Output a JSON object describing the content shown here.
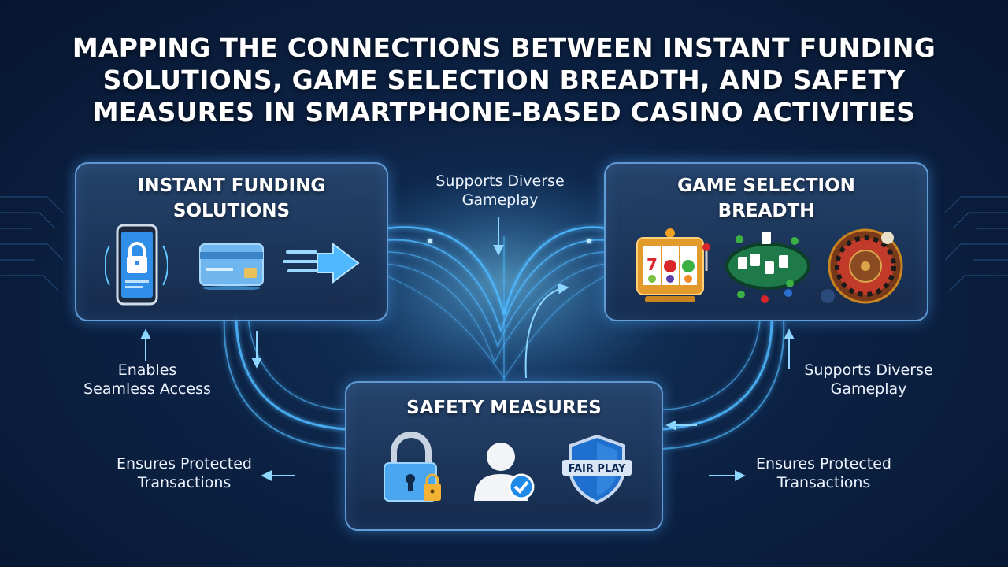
{
  "title": {
    "line1": "MAPPING THE CONNECTIONS BETWEEN INSTANT FUNDING",
    "line2": "SOLUTIONS, GAME SELECTION BREADTH, AND SAFETY",
    "line3": "MEASURES IN SMARTPHONE-BASED CASINO ACTIVITIES"
  },
  "nodes": {
    "funding": {
      "line1": "INSTANT FUNDING",
      "line2": "SOLUTIONS",
      "icons": [
        "smartphone-lock-icon",
        "credit-card-icon",
        "fast-arrow-icon"
      ]
    },
    "games": {
      "line1": "GAME SELECTION",
      "line2": "BREADTH",
      "icons": [
        "slot-machine-icon",
        "poker-table-icon",
        "roulette-wheel-icon"
      ]
    },
    "safety": {
      "line1": "SAFETY MEASURES",
      "icons": [
        "padlock-icon",
        "verified-user-icon",
        "fair-play-shield-icon"
      ],
      "badge_text": "FAIR PLAY"
    }
  },
  "edge_labels": {
    "top_center": {
      "line1": "Supports Diverse",
      "line2": "Gameplay"
    },
    "left_mid": {
      "line1": "Enables",
      "line2": "Seamless Access"
    },
    "right_mid": {
      "line1": "Supports Diverse",
      "line2": "Gameplay"
    },
    "left_bottom": {
      "line1": "Ensures Protected",
      "line2": "Transactions"
    },
    "right_bottom": {
      "line1": "Ensures Protected",
      "line2": "Transactions"
    }
  },
  "colors": {
    "accent": "#5ec8ff",
    "background": "#0c2244",
    "panel_border": "#78beff"
  }
}
